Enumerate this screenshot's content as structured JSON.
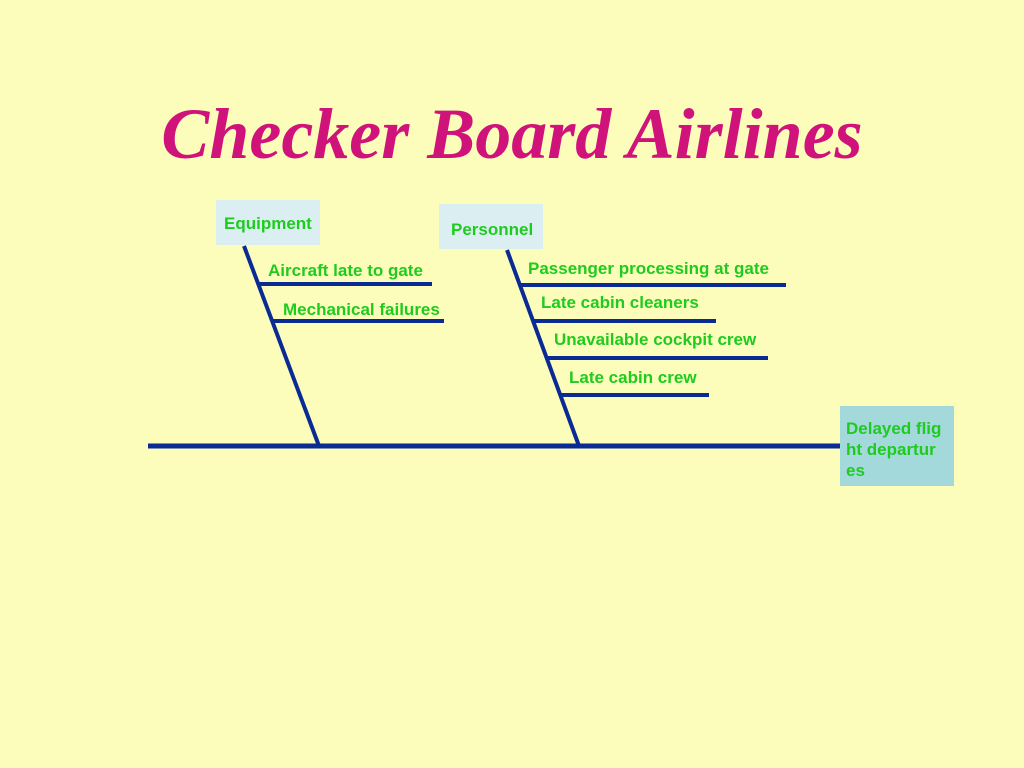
{
  "title": "Checker Board Airlines",
  "colors": {
    "background": "#fdfdbb",
    "title": "#d0137a",
    "label_text": "#1dcc1d",
    "lines": "#0a2a94",
    "category_box": "#dbeff3",
    "effect_box": "#a4d9db"
  },
  "effect": "Delayed flight departures",
  "categories": [
    {
      "name": "Equipment",
      "causes": [
        "Aircraft late to gate",
        "Mechanical failures"
      ]
    },
    {
      "name": "Personnel",
      "causes": [
        "Passenger processing at gate",
        "Late cabin cleaners",
        "Unavailable cockpit crew",
        "Late cabin crew"
      ]
    }
  ]
}
